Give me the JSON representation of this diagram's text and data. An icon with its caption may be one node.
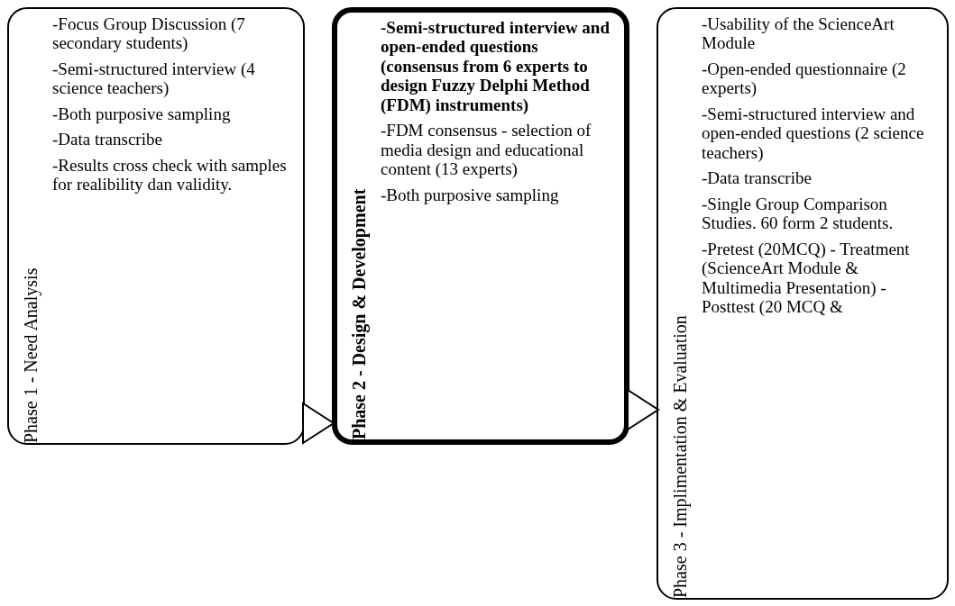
{
  "diagram": {
    "nodes": [
      {
        "text": [
          "Phase 1 - Need Analysis",
          "-Focus Group Discussion (7 secondary students)",
          "-Semi-structured interview (4 science teachers)",
          "-Both purposive sampling",
          "-Data transcribe",
          "-Results cross check with samples for realibility dan validity."
        ]
      },
      {
        "text": [
          "Phase 2 - Design & Development",
          "-Semi-structured interview and open-ended questions (consensus from 6 experts to design Fuzzy Delphi Method (FDM) instruments)",
          "-FDM consensus - selection of media design and educational content (13 experts)",
          "-Both purposive sampling"
        ]
      },
      {
        "text": [
          "Phase 3 - Implimentation & Evaluation",
          "-Usability of the ScienceArt Module",
          "-Open-ended questionnaire (2 experts)",
          "-Semi-structured interview and open-ended questions (2 science teachers)",
          "-Data transcribe",
          "-Single Group Comparison Studies. 60 form 2 students.",
          "-Pretest (20MCQ) - Treatment (ScienceArt Module & Multimedia Presentation) - Posttest (20 MCQ &"
        ]
      }
    ],
    "edges": [
      {
        "from": 0,
        "to": 1,
        "arrow": "to"
      },
      {
        "from": 1,
        "to": 2,
        "arrow": "to"
      }
    ]
  }
}
